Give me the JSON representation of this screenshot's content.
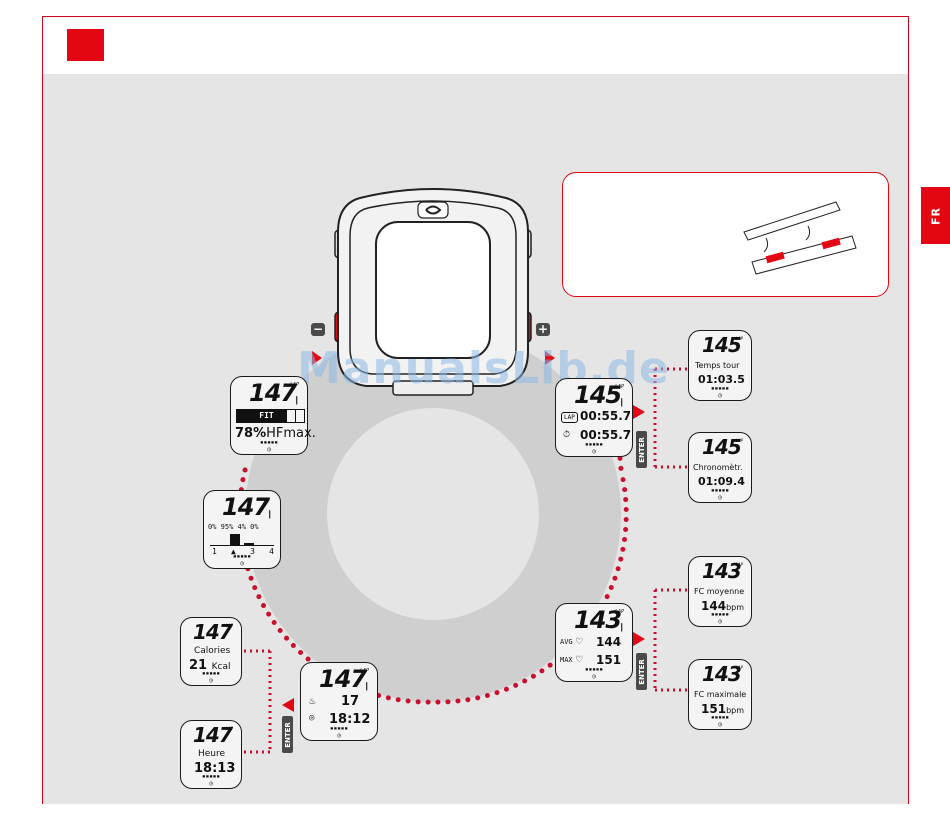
{
  "side_tab": {
    "label": "FR"
  },
  "watermark": "ManualsLib.de",
  "buttons": {
    "minus": "−",
    "plus": "+",
    "enter": "ENTER"
  },
  "lap_label": "LAP",
  "screens": {
    "fit": {
      "hr": "147",
      "zone": "FIT",
      "pct": "78%",
      "unit": "HFmax."
    },
    "zones": {
      "hr": "147",
      "values": "0% 95% 4% 0%",
      "labels": [
        "1",
        "3",
        "4"
      ]
    },
    "calories": {
      "hr": "147",
      "title": "Calories",
      "value": "21",
      "unit": "Kcal"
    },
    "heure": {
      "hr": "147",
      "title": "Heure",
      "value": "18:13"
    },
    "center_bottom": {
      "hr": "147",
      "value1": "17",
      "value2": "18:12"
    },
    "lap_main": {
      "hr": "145",
      "lap_icon": "LAP",
      "time1": "00:55.7",
      "time2": "00:55.7"
    },
    "temps_tour": {
      "hr": "145",
      "title": "Temps tour",
      "value": "01:03.5"
    },
    "chrono": {
      "hr": "145",
      "title": "Chronomètr.",
      "value": "01:09.4"
    },
    "avg_main": {
      "hr": "143",
      "avg_label": "AVG",
      "avg_value": "144",
      "max_label": "MAX",
      "max_value": "151"
    },
    "fc_moyenne": {
      "hr": "143",
      "title": "FC moyenne",
      "value": "144",
      "unit": "bpm"
    },
    "fc_maximale": {
      "hr": "143",
      "title": "FC maximale",
      "value": "151",
      "unit": "bpm"
    }
  },
  "colors": {
    "accent": "#e30613",
    "panel": "#e5e5e5",
    "button": "#4a4a4a"
  }
}
